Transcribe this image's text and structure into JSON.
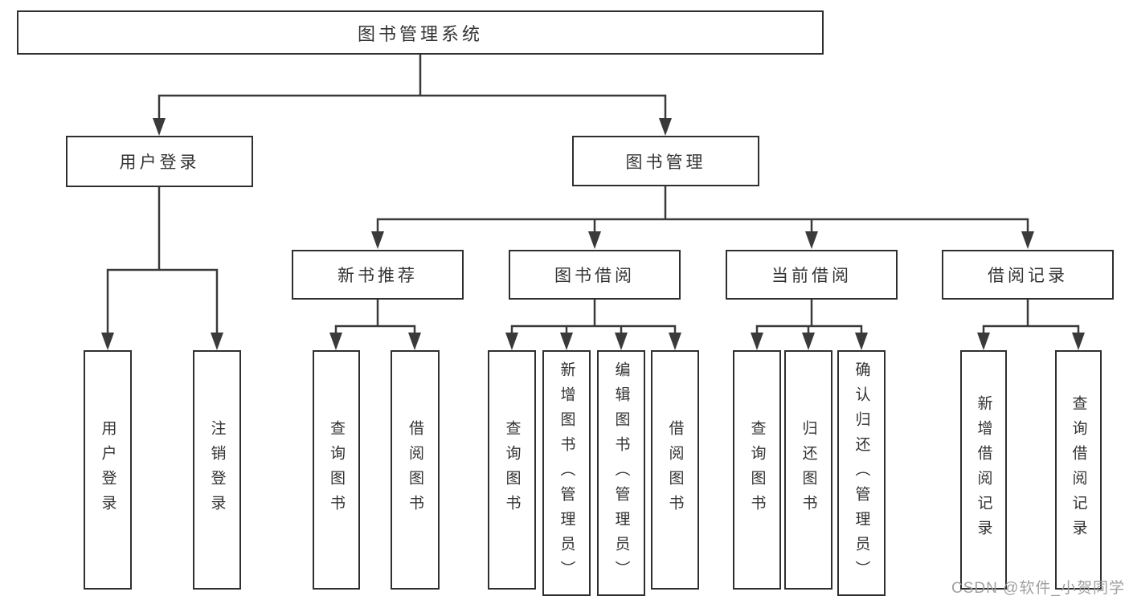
{
  "diagram": {
    "watermark": "CSDN @软件_小贺同学",
    "colors": {
      "line": "#3a3a3a",
      "box_border": "#2f2f2f",
      "box_fill": "#ffffff",
      "text": "#333333",
      "watermark": "#a0a0a0",
      "background": "#ffffff"
    },
    "tree": {
      "label": "图书管理系统",
      "children": [
        {
          "label": "用户登录",
          "children": [
            {
              "label": "用户登录"
            },
            {
              "label": "注销登录"
            }
          ]
        },
        {
          "label": "图书管理",
          "children": [
            {
              "label": "新书推荐",
              "children": [
                {
                  "label": "查询图书"
                },
                {
                  "label": "借阅图书"
                }
              ]
            },
            {
              "label": "图书借阅",
              "children": [
                {
                  "label": "查询图书"
                },
                {
                  "label": "新增图书（管理员）"
                },
                {
                  "label": "编辑图书（管理员）"
                },
                {
                  "label": "借阅图书"
                }
              ]
            },
            {
              "label": "当前借阅",
              "children": [
                {
                  "label": "查询图书"
                },
                {
                  "label": "归还图书"
                },
                {
                  "label": "确认归还（管理员）"
                }
              ]
            },
            {
              "label": "借阅记录",
              "children": [
                {
                  "label": "新增借阅记录"
                },
                {
                  "label": "查询借阅记录"
                }
              ]
            }
          ]
        }
      ]
    }
  }
}
